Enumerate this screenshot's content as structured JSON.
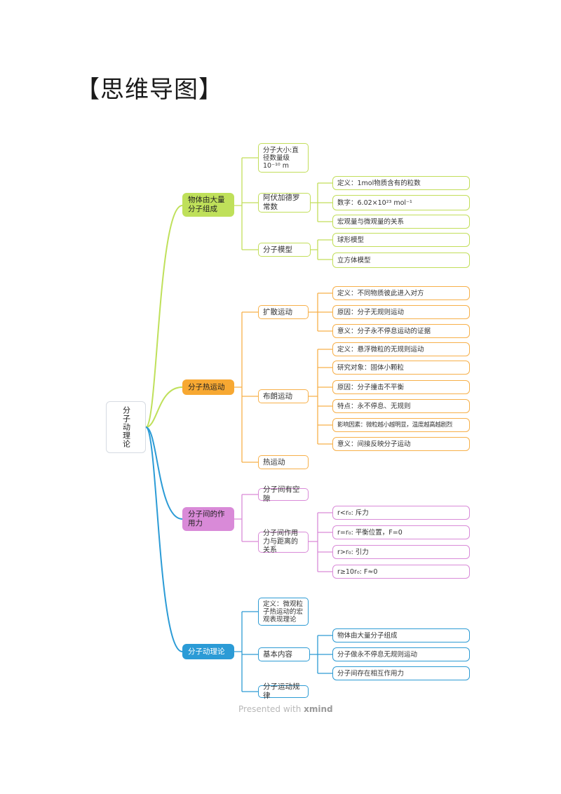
{
  "title": "【思维导图】",
  "root": "分子动理论",
  "branches": {
    "b1": {
      "label": "物体由大量分子组成",
      "color": "#bfe05a",
      "items": {
        "size": "分子大小:直径数量级10⁻¹⁰ m",
        "avogadro": "阿伏加德罗常数",
        "model": "分子模型"
      },
      "avogadro_leaves": [
        "定义：1mol物质含有的粒数",
        "数字：6.02×10²³ mol⁻¹",
        "宏观量与微观量的关系"
      ],
      "model_leaves": [
        "球形模型",
        "立方体模型"
      ]
    },
    "b2": {
      "label": "分子热运动",
      "color": "#f7a832",
      "items": {
        "diffusion": "扩散运动",
        "brownian": "布朗运动",
        "thermal": "热运动"
      },
      "diffusion_leaves": [
        "定义：不同物质彼此进入对方",
        "原因：分子无规则运动",
        "意义：分子永不停息运动的证据"
      ],
      "brownian_leaves": [
        "定义：悬浮微粒的无规则运动",
        "研究对象：固体小颗粒",
        "原因：分子撞击不平衡",
        "特点：永不停息、无规则",
        "影响因素：微粒越小越明显，温度越高越剧烈",
        "意义：间接反映分子运动"
      ]
    },
    "b3": {
      "label": "分子间的作用力",
      "color": "#d98ad8",
      "items": {
        "gap": "分子间有空隙",
        "force": "分子间作用力与距离的关系"
      },
      "force_leaves": [
        "r<r₀: 斥力",
        "r=r₀: 平衡位置，F=0",
        "r>r₀: 引力",
        "r≥10r₀: F≈0"
      ]
    },
    "b4": {
      "label": "分子动理论",
      "color": "#2b9bd6",
      "items": {
        "def": "定义：微观粒子热运动的宏观表现理论",
        "basic": "基本内容",
        "law": "分子运动规律"
      },
      "basic_leaves": [
        "物体由大量分子组成",
        "分子做永不停息无规则运动",
        "分子间存在相互作用力"
      ]
    }
  },
  "watermark": {
    "text": "Presented with ",
    "brand": "xmind"
  }
}
